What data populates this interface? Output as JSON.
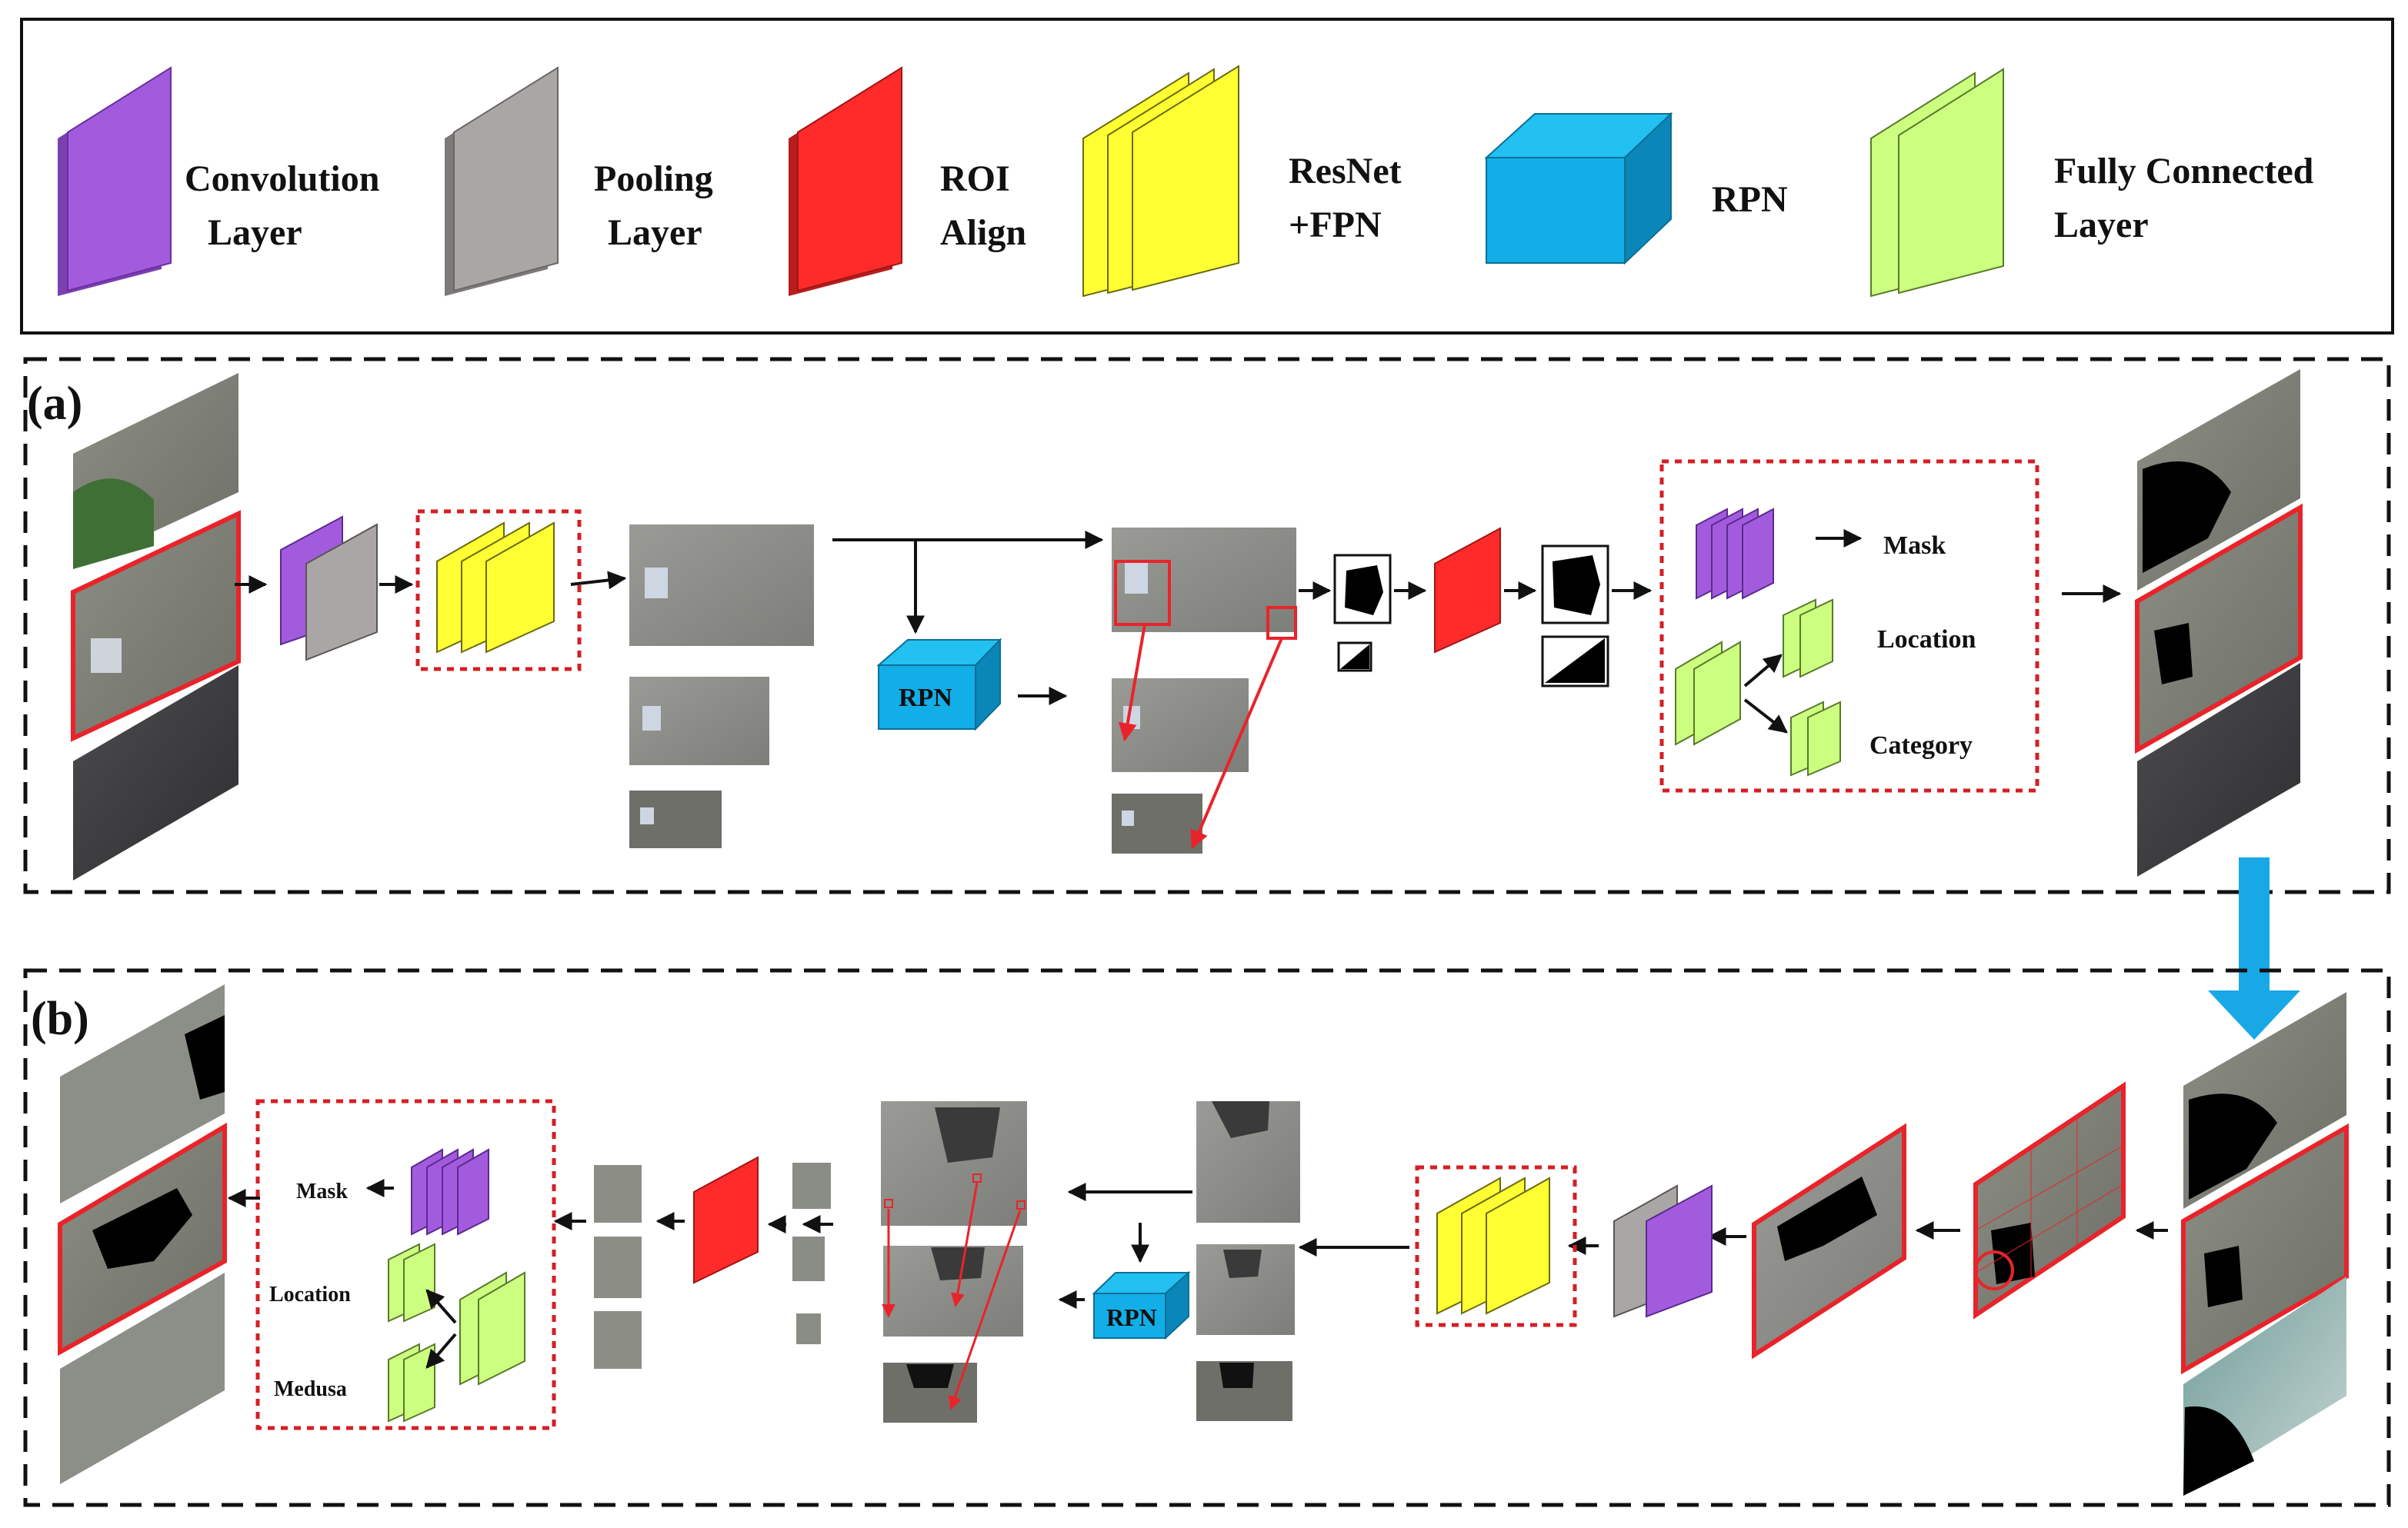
{
  "legend": {
    "convolution": {
      "line1": "Convolution",
      "line2": "Layer",
      "color": "#a35bde"
    },
    "pooling": {
      "line1": "Pooling",
      "line2": "Layer",
      "color": "#aaa6a5"
    },
    "roi_align": {
      "line1": "ROI",
      "line2": "Align",
      "color": "#ff2b2b"
    },
    "resnet_fpn": {
      "line1": "ResNet",
      "line2": "+FPN",
      "color": "#ffff33"
    },
    "rpn": {
      "line1": "RPN",
      "color": "#12aee8"
    },
    "fully_connected": {
      "line1": "Fully Connected",
      "line2": "Layer",
      "color": "#ccff80"
    }
  },
  "panel_a": {
    "tag": "(a)",
    "rpn_label": "RPN",
    "heads": {
      "mask": "Mask",
      "location": "Location",
      "category": "Category"
    }
  },
  "panel_b": {
    "tag": "(b)",
    "rpn_label": "RPN",
    "heads": {
      "mask": "Mask",
      "location": "Location",
      "medusa": "Medusa"
    }
  },
  "colors": {
    "highlight_red": "#e8242a",
    "transfer_arrow": "#19a8e6",
    "dotted_box": "#d41f26"
  }
}
